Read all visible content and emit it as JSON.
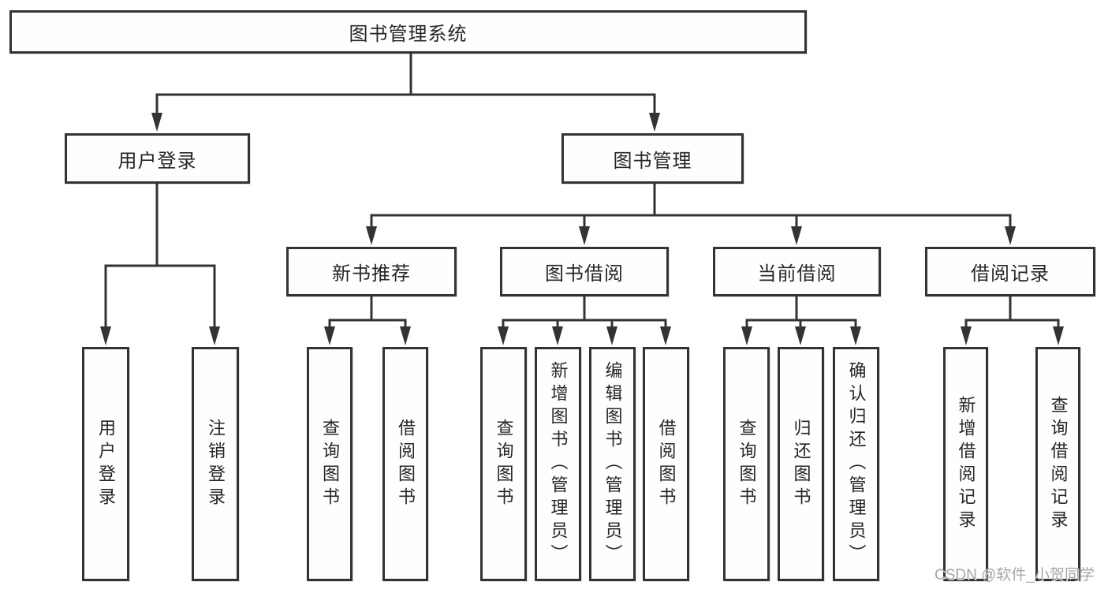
{
  "title": "图书管理系统",
  "watermark": "CSDN @软件_小贺同学",
  "tree": {
    "label": "图书管理系统",
    "children": [
      {
        "label": "用户登录",
        "children": [
          {
            "label": "用户登录"
          },
          {
            "label": "注销登录"
          }
        ]
      },
      {
        "label": "图书管理",
        "children": [
          {
            "label": "新书推荐",
            "children": [
              {
                "label": "查询图书"
              },
              {
                "label": "借阅图书"
              }
            ]
          },
          {
            "label": "图书借阅",
            "children": [
              {
                "label": "查询图书"
              },
              {
                "label": "新增图书（管理员）"
              },
              {
                "label": "编辑图书（管理员）"
              },
              {
                "label": "借阅图书"
              }
            ]
          },
          {
            "label": "当前借阅",
            "children": [
              {
                "label": "查询图书"
              },
              {
                "label": "归还图书"
              },
              {
                "label": "确认归还（管理员）"
              }
            ]
          },
          {
            "label": "借阅记录",
            "children": [
              {
                "label": "新增借阅记录"
              },
              {
                "label": "查询借阅记录"
              }
            ]
          }
        ]
      }
    ]
  },
  "colors": {
    "line": "#333333",
    "text": "#262626",
    "watermark": "#9e9e9e",
    "background": "#ffffff"
  }
}
